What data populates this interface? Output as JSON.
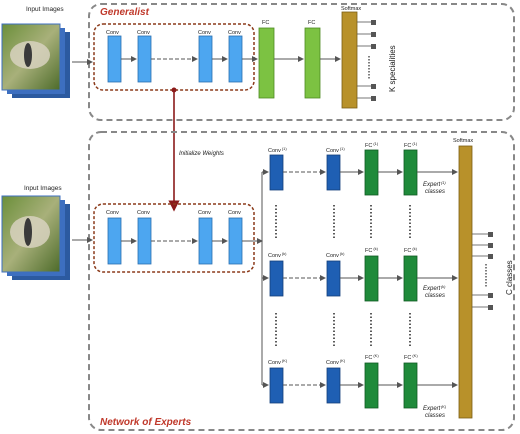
{
  "generalist": {
    "title": "Generalist",
    "input_label": "Input Images",
    "conv_labels": [
      "Conv",
      "Conv",
      "Conv",
      "Conv"
    ],
    "fc_labels": [
      "FC",
      "FC"
    ],
    "softmax_label": "Softmax",
    "output_label": "K specialities"
  },
  "init_weights_label": "Initialize Weights",
  "experts": {
    "title": "Network of Experts",
    "input_label": "Input Images",
    "conv_labels": [
      "Conv",
      "Conv",
      "Conv",
      "Conv"
    ],
    "softmax_label": "Softmax",
    "output_label": "C classes",
    "rows": [
      {
        "conv1": "Conv",
        "conv1_sup": "(1)",
        "conv2": "Conv",
        "conv2_sup": "(1)",
        "fc1": "FC",
        "fc1_sup": "(1)",
        "fc2": "FC",
        "fc2_sup": "(1)",
        "expert": "Expert",
        "expert_sup": "(1)",
        "classes": "classes"
      },
      {
        "conv1": "Conv",
        "conv1_sup": "(k)",
        "conv2": "Conv",
        "conv2_sup": "(k)",
        "fc1": "FC",
        "fc1_sup": "(k)",
        "fc2": "FC",
        "fc2_sup": "(k)",
        "expert": "Expert",
        "expert_sup": "(k)",
        "classes": "classes"
      },
      {
        "conv1": "Conv",
        "conv1_sup": "(K)",
        "conv2": "Conv",
        "conv2_sup": "(K)",
        "fc1": "FC",
        "fc1_sup": "(K)",
        "fc2": "FC",
        "fc2_sup": "(K)",
        "expert": "Expert",
        "expert_sup": "(K)",
        "classes": "classes"
      }
    ]
  },
  "colors": {
    "conv_light": "#4da6f0",
    "conv_dark": "#1f5fb3",
    "fc_light": "#7cc242",
    "fc_dark": "#1f8a3a",
    "softmax": "#b8912a",
    "title_red": "#c0392b",
    "group_border": "#8b3a1a",
    "init_arrow": "#8b1a1a"
  }
}
